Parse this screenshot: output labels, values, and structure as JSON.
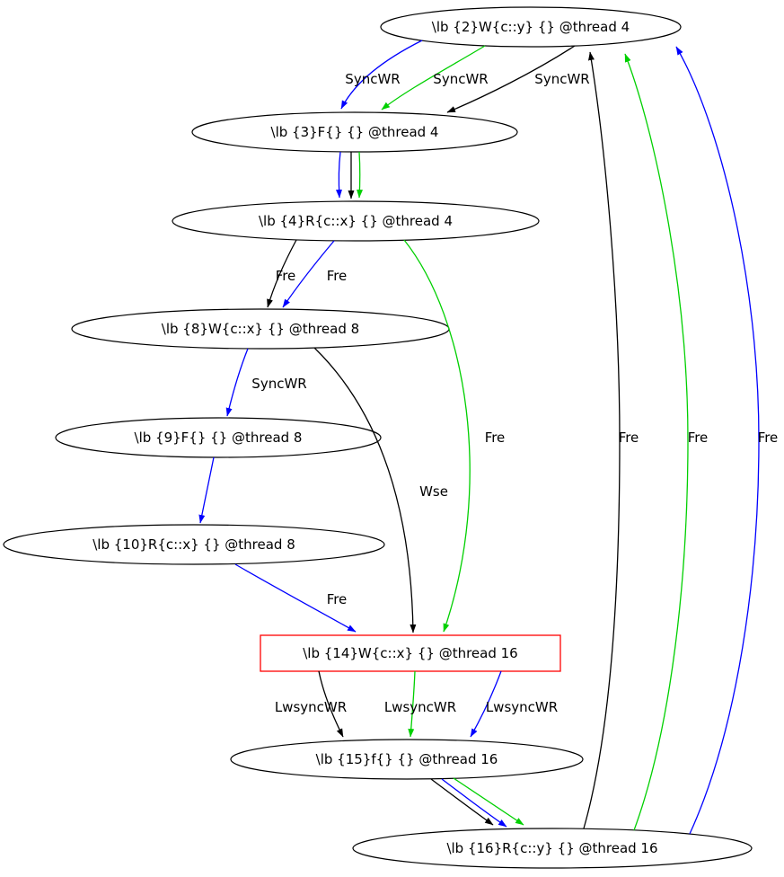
{
  "diagram": {
    "background": "#ffffff",
    "colors": {
      "black": "#000000",
      "blue": "#0000ff",
      "green": "#00d000",
      "highlight_red": "#ff0000"
    }
  },
  "nodes": [
    {
      "id": "2",
      "shape": "ellipse",
      "label": "\\lb {2}W{c::y} {} @thread 4"
    },
    {
      "id": "3",
      "shape": "ellipse",
      "label": "\\lb {3}F{} {} @thread 4"
    },
    {
      "id": "4",
      "shape": "ellipse",
      "label": "\\lb {4}R{c::x} {} @thread 4"
    },
    {
      "id": "8",
      "shape": "ellipse",
      "label": "\\lb {8}W{c::x} {} @thread 8"
    },
    {
      "id": "9",
      "shape": "ellipse",
      "label": "\\lb {9}F{} {} @thread 8"
    },
    {
      "id": "10",
      "shape": "ellipse",
      "label": "\\lb {10}R{c::x} {} @thread 8"
    },
    {
      "id": "14",
      "shape": "box",
      "border": "#ff0000",
      "label": "\\lb {14}W{c::x} {} @thread 16"
    },
    {
      "id": "15",
      "shape": "ellipse",
      "label": "\\lb {15}f{} {} @thread 16"
    },
    {
      "id": "16",
      "shape": "ellipse",
      "label": "\\lb {16}R{c::y} {} @thread 16"
    }
  ],
  "edges": [
    {
      "from": "2",
      "to": "3",
      "label": "SyncWR",
      "color": "#0000ff"
    },
    {
      "from": "2",
      "to": "3",
      "label": "SyncWR",
      "color": "#00d000"
    },
    {
      "from": "2",
      "to": "3",
      "label": "SyncWR",
      "color": "#000000"
    },
    {
      "from": "3",
      "to": "4",
      "label": "",
      "color": "#0000ff"
    },
    {
      "from": "3",
      "to": "4",
      "label": "",
      "color": "#000000"
    },
    {
      "from": "3",
      "to": "4",
      "label": "",
      "color": "#00d000"
    },
    {
      "from": "4",
      "to": "8",
      "label": "Fre",
      "color": "#000000"
    },
    {
      "from": "4",
      "to": "8",
      "label": "Fre",
      "color": "#0000ff"
    },
    {
      "from": "8",
      "to": "9",
      "label": "SyncWR",
      "color": "#0000ff"
    },
    {
      "from": "9",
      "to": "10",
      "label": "",
      "color": "#0000ff"
    },
    {
      "from": "10",
      "to": "14",
      "label": "Fre",
      "color": "#0000ff"
    },
    {
      "from": "8",
      "to": "14",
      "label": "Wse",
      "color": "#000000"
    },
    {
      "from": "4",
      "to": "14",
      "label": "Fre",
      "color": "#00d000"
    },
    {
      "from": "14",
      "to": "15",
      "label": "LwsyncWR",
      "color": "#000000"
    },
    {
      "from": "14",
      "to": "15",
      "label": "LwsyncWR",
      "color": "#00d000"
    },
    {
      "from": "14",
      "to": "15",
      "label": "LwsyncWR",
      "color": "#0000ff"
    },
    {
      "from": "15",
      "to": "16",
      "label": "",
      "color": "#000000"
    },
    {
      "from": "15",
      "to": "16",
      "label": "",
      "color": "#0000ff"
    },
    {
      "from": "15",
      "to": "16",
      "label": "",
      "color": "#00d000"
    },
    {
      "from": "16",
      "to": "2",
      "label": "Fre",
      "color": "#000000"
    },
    {
      "from": "16",
      "to": "2",
      "label": "Fre",
      "color": "#00d000"
    },
    {
      "from": "16",
      "to": "2",
      "label": "Fre",
      "color": "#0000ff"
    }
  ]
}
